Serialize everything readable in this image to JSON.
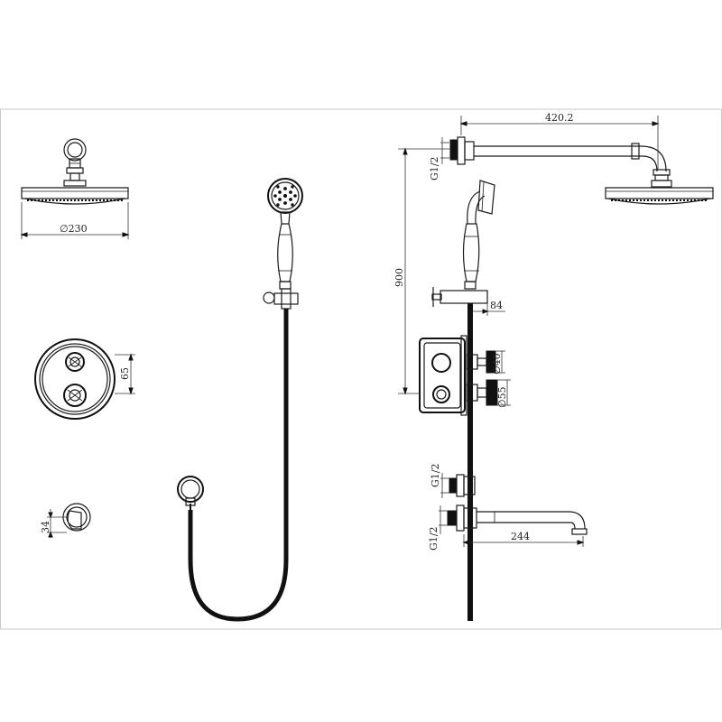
{
  "labels": {
    "shower_head_diameter": "∅230",
    "valve_plate_height": "65",
    "spout_height": "34",
    "arm_length": "420.2",
    "thread_top": "G1/2",
    "total_height": "900",
    "slide_projection": "84",
    "knob_small_diameter": "∅40",
    "knob_large_diameter": "∅55",
    "thread_middle": "G1/2",
    "thread_bottom": "G1/2",
    "spout_length": "244"
  },
  "colors": {
    "line": "#1a1a1a",
    "frame": "#c8c8c8",
    "background": "#ffffff"
  }
}
